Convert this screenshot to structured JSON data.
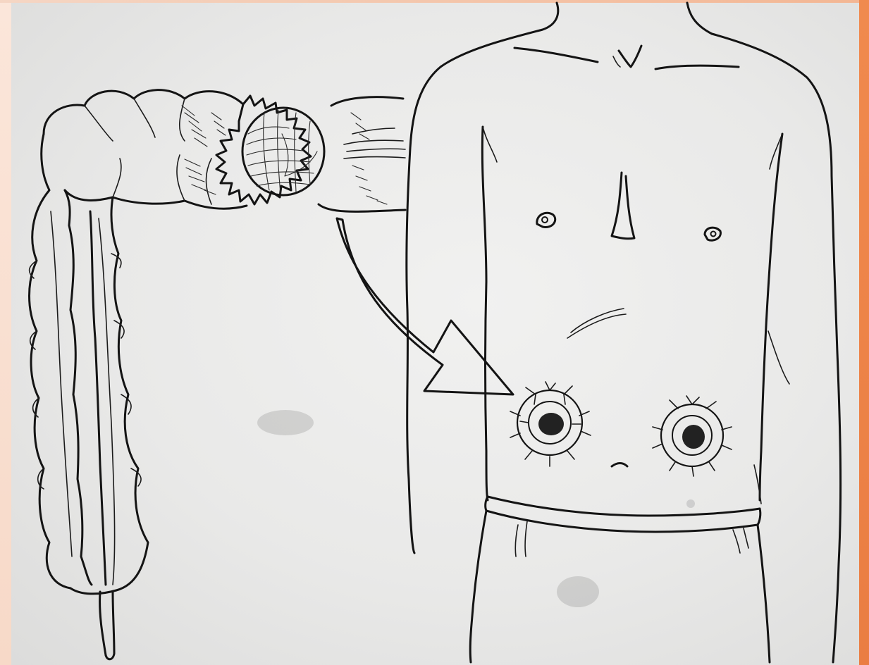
{
  "figure": {
    "subject": "colon-to-abdomen-stoma-illustration",
    "colors": {
      "ink": "#141414",
      "paper": "#ededec",
      "frame_accent": "#ee8447",
      "frame_left": "#f8ddcd"
    },
    "parts": {
      "colon": "large-intestine",
      "transection_site": "transverse-colon-cut-section",
      "arrow": "pointing-arrow",
      "torso": "male-torso-outline",
      "stoma_right": "stoma",
      "stoma_left": "stoma",
      "waistband": "trousers-waistband"
    }
  }
}
